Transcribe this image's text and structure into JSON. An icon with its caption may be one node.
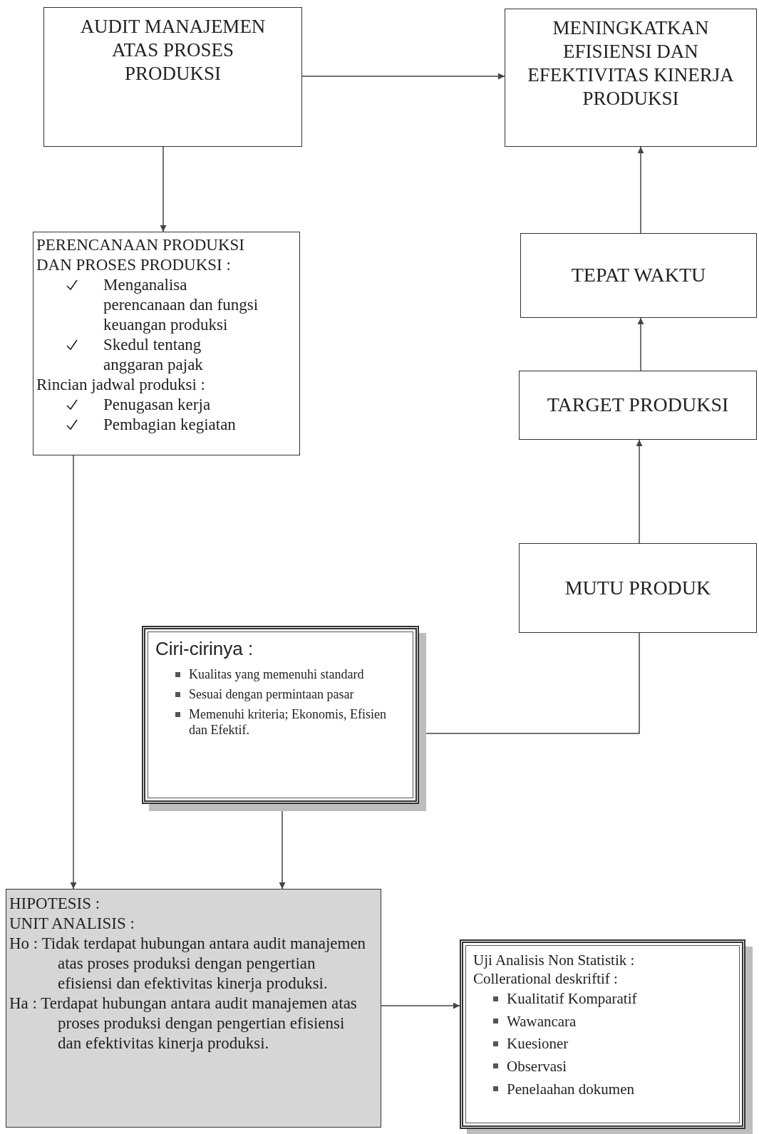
{
  "diagram": {
    "nodes": [
      {
        "text": [
          "AUDIT MANAJEMEN ATAS PROSES PRODUKSI"
        ]
      },
      {
        "text": [
          "MENINGKATKAN EFISIENSI DAN EFEKTIVITAS KINERJA PRODUKSI"
        ]
      },
      {
        "text": [
          "PERENCANAAN PRODUKSI DAN PROSES PRODUKSI :",
          "Menganalisa perencanaan dan fungsi keuangan produksi",
          "Skedul tentang anggaran pajak",
          "Rincian jadwal produksi :",
          "Penugasan kerja",
          "Pembagian kegiatan"
        ]
      },
      {
        "text": [
          "TEPAT WAKTU"
        ]
      },
      {
        "text": [
          "TARGET PRODUKSI"
        ]
      },
      {
        "text": [
          "MUTU PRODUK"
        ]
      },
      {
        "text": [
          "Ciri-cirinya :",
          "Kualitas yang memenuhi standard",
          "Sesuai dengan permintaan pasar",
          "Memenuhi kriteria; Ekonomis, Efisien dan Efektif."
        ]
      },
      {
        "text": [
          "HIPOTESIS :",
          "UNIT ANALISIS :",
          "Ho : Tidak terdapat hubungan antara audit manajemen atas proses produksi dengan pengertian efisiensi dan efektivitas kinerja produksi.",
          "Ha : Terdapat hubungan antara audit manajemen atas proses produksi dengan pengertian efisiensi dan efektivitas kinerja produksi."
        ]
      },
      {
        "text": [
          "Uji Analisis Non Statistik :",
          "Collerational deskriftif :",
          "Kualitatif Komparatif",
          "Wawancara",
          "Kuesioner",
          "Observasi",
          "Penelaahan dokumen"
        ]
      }
    ],
    "edges": [
      {
        "from": 0,
        "to": 1,
        "arrow": "to"
      },
      {
        "from": 0,
        "to": 2,
        "arrow": "to"
      },
      {
        "from": 3,
        "to": 1,
        "arrow": "to"
      },
      {
        "from": 4,
        "to": 3,
        "arrow": "to"
      },
      {
        "from": 5,
        "to": 4,
        "arrow": "to"
      },
      {
        "from": 5,
        "to": 6,
        "arrow": "to"
      },
      {
        "from": 2,
        "to": 7,
        "arrow": "to"
      },
      {
        "from": 6,
        "to": 7,
        "arrow": "to"
      },
      {
        "from": 7,
        "to": 8,
        "arrow": "to"
      }
    ]
  }
}
